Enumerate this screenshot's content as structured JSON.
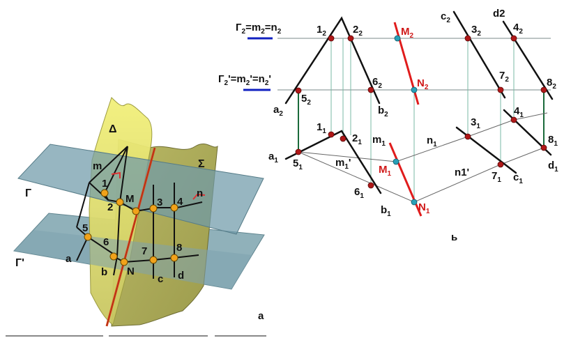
{
  "left_figure": {
    "caption": "a",
    "planes": {
      "delta": "Δ",
      "sigma": "Σ",
      "gamma": "Г",
      "gamma_prime": "Г'"
    },
    "lines": {
      "m": "m",
      "n": "n",
      "a": "a",
      "b": "b",
      "c": "c",
      "d": "d"
    },
    "points": [
      "1",
      "2",
      "3",
      "4",
      "5",
      "6",
      "7",
      "8",
      "M",
      "N"
    ]
  },
  "right_figure": {
    "caption": "ь",
    "eq1": {
      "pre": "Г",
      "s1": "2",
      "m": "=m",
      "s2": "2",
      "n": "=n",
      "s3": "2"
    },
    "eq2": {
      "pre": "Г",
      "s1": "2",
      "m": "'=m",
      "s2": "2",
      "n": "'=n",
      "s3": "2",
      "post": "'"
    },
    "labels_front": {
      "p1": {
        "b": "1",
        "s": "2"
      },
      "p2": {
        "b": "2",
        "s": "2"
      },
      "p3": {
        "b": "3",
        "s": "2"
      },
      "p4": {
        "b": "4",
        "s": "2"
      },
      "p5": {
        "b": "5",
        "s": "2"
      },
      "p6": {
        "b": "6",
        "s": "2"
      },
      "p7": {
        "b": "7",
        "s": "2"
      },
      "p8": {
        "b": "8",
        "s": "2"
      },
      "M": {
        "b": "M",
        "s": "2"
      },
      "N": {
        "b": "N",
        "s": "2"
      },
      "a": {
        "b": "a",
        "s": "2"
      },
      "b": {
        "b": "b",
        "s": "2"
      },
      "c": {
        "b": "c",
        "s": "2"
      },
      "d": {
        "b": "d2",
        "s": ""
      }
    },
    "labels_top": {
      "p1": {
        "b": "1",
        "s": "1"
      },
      "p2": {
        "b": "2",
        "s": "1"
      },
      "p3": {
        "b": "3",
        "s": "1"
      },
      "p4": {
        "b": "4",
        "s": "1"
      },
      "p5": {
        "b": "5",
        "s": "1"
      },
      "p6": {
        "b": "6",
        "s": "1"
      },
      "p7": {
        "b": "7",
        "s": "1"
      },
      "p8": {
        "b": "8",
        "s": "1"
      },
      "M": {
        "b": "M",
        "s": "1"
      },
      "N": {
        "b": "N",
        "s": "1"
      },
      "a": {
        "b": "a",
        "s": "1"
      },
      "b": {
        "b": "b",
        "s": "1"
      },
      "c": {
        "b": "c",
        "s": "1"
      },
      "d": {
        "b": "d",
        "s": "1"
      },
      "m": {
        "b": "m",
        "s": "1"
      },
      "n": {
        "b": "n",
        "s": "1"
      },
      "mp": {
        "b": "m",
        "s": "1",
        "post": "'"
      },
      "np": {
        "b": "n1'",
        "s": ""
      }
    }
  }
}
